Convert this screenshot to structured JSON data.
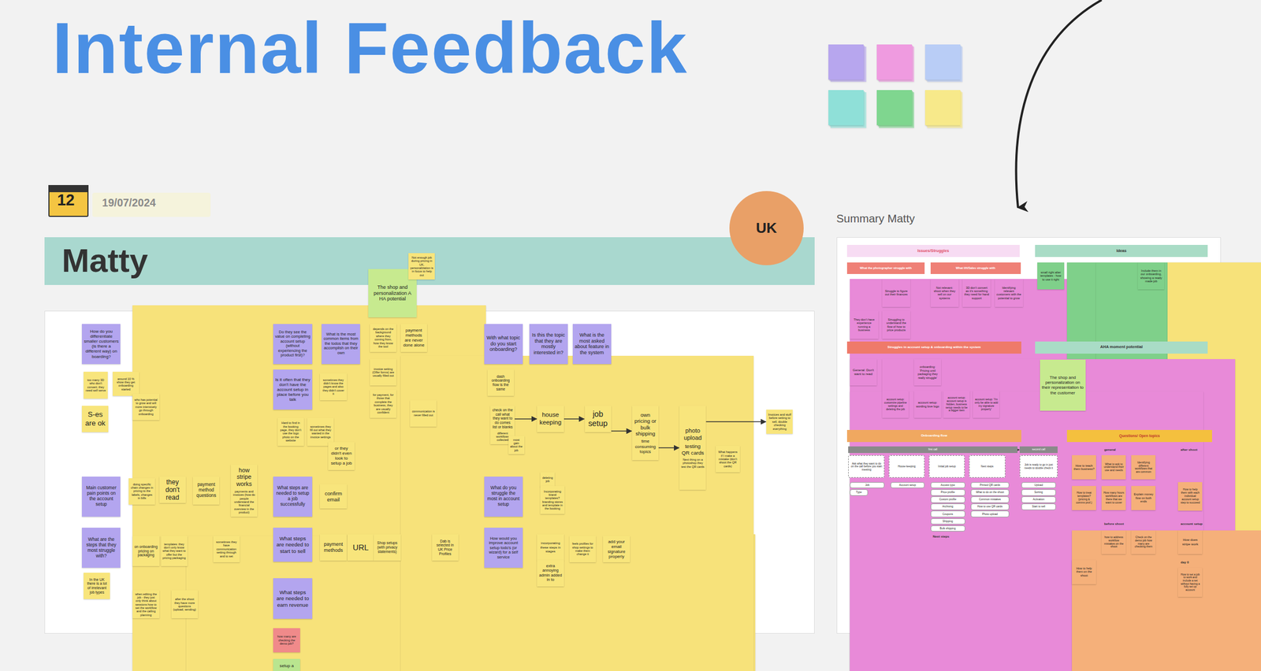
{
  "diagram": {
    "title": "Internal Feedback",
    "nodes": [
      {
        "text": [
          "Matty"
        ]
      },
      {
        "text": [
          "UK"
        ]
      },
      {
        "text": [
          "check on the call what they want to do comes list or blanks",
          "different workflows collected"
        ]
      },
      {
        "text": [
          "house keeping"
        ]
      },
      {
        "text": [
          "job setup"
        ]
      },
      {
        "text": [
          "own pricing or bulk shipping",
          "time consuming topics"
        ]
      },
      {
        "text": [
          "photo upload",
          "testing QR cards",
          "Next thing on a photoshop they test the QR cards"
        ]
      },
      {
        "text": [
          "Invoices and stuff before setting to sell, double checking everything"
        ]
      },
      {
        "text": [
          "How do you differentiate smaller customers (is there a different way) on boarding?"
        ]
      },
      {
        "text": [
          "too many 3D who don't convert; they need self serve"
        ]
      },
      {
        "text": [
          "around 10 % show they get onboarding started"
        ]
      },
      {
        "text": [
          "who has potential to grow and will more intensively go through onboarding"
        ]
      },
      {
        "text": [
          "S-es are ok"
        ]
      },
      {
        "text": [
          "Main customer pain points on the account setup"
        ]
      },
      {
        "text": [
          "doing specific chain changes in pricing to the labels, changes in bills"
        ]
      },
      {
        "text": [
          "they don't read"
        ]
      },
      {
        "text": [
          "payment method questions"
        ]
      },
      {
        "text": [
          "how stripe works",
          "payments and invoices (how do people understand the financial overview in the product)"
        ]
      },
      {
        "text": [
          "What are the steps that they most struggle with?"
        ]
      },
      {
        "text": [
          "on onboarding pricing on packaging"
        ]
      },
      {
        "text": [
          "templates: they don't only know what they want to offer but the pricing packaging"
        ]
      },
      {
        "text": [
          "sometimes they have communication setting through and to set"
        ]
      },
      {
        "text": [
          "In the UK there is a lot of irrelevant job types"
        ]
      },
      {
        "text": [
          "when editing the job - they just only think about sessions how to set the workflow and the calling planning"
        ]
      },
      {
        "text": [
          "after the shoot they have more questions (upload, sending)"
        ]
      },
      {
        "text": [
          "Do they see the value on completing account setup (without experiencing the product first)?"
        ]
      },
      {
        "text": [
          "What is the most common items from the todos that they accomplish on their own"
        ]
      },
      {
        "text": [
          "Is it often that they don't have the account setup in place before you talk"
        ]
      },
      {
        "text": [
          "sometimes they didn't know the pages and also they didn't cover it"
        ]
      },
      {
        "text": [
          "Hard to find in the booking page, they don't use the logo photo on the website"
        ]
      },
      {
        "text": [
          "sometimes they fill out what they wanted in the invoice settings"
        ]
      },
      {
        "text": [
          "or they didn't even look to setup a job"
        ]
      },
      {
        "text": [
          "What steps are needed to setup a job successfully"
        ]
      },
      {
        "text": [
          "confirm email"
        ]
      },
      {
        "text": [
          "What steps are needed to start to sell"
        ]
      },
      {
        "text": [
          "payment methods"
        ]
      },
      {
        "text": [
          "URL"
        ]
      },
      {
        "text": [
          "Shop setups (with privacy statements)"
        ]
      },
      {
        "text": [
          "Dab is selected in UK Price Profiles"
        ]
      },
      {
        "text": [
          "What steps are needed to earn revenue"
        ]
      },
      {
        "text": [
          "how many are checking the demo job?"
        ]
      },
      {
        "text": [
          "setup a"
        ]
      },
      {
        "text": [
          "The shop and personalization A HA potential"
        ]
      },
      {
        "text": [
          "Not enough job during pricing in UK, personalization is in focus to help out"
        ]
      },
      {
        "text": [
          "depends on the background where they coming from, how they know the tool"
        ]
      },
      {
        "text": [
          "payment methods are never done alone"
        ]
      },
      {
        "text": [
          "invoice setting (Offer forms) are usually filled out"
        ]
      },
      {
        "text": [
          "for payment, for those that complete the business, they are usually confident"
        ]
      },
      {
        "text": [
          "communication is never filled out"
        ]
      },
      {
        "text": [
          "With what topic do you start onboarding?"
        ]
      },
      {
        "text": [
          "Is this the topic that they are mostly interested in?"
        ]
      },
      {
        "text": [
          "What is the most asked about feature in the system"
        ]
      },
      {
        "text": [
          "dash onboarding flow is the same"
        ]
      },
      {
        "text": [
          "most gain about the job"
        ]
      },
      {
        "text": [
          "What happens if I make a mistake (don't shoot the QR cards)"
        ]
      },
      {
        "text": [
          "What do you struggle the most in account setup"
        ]
      },
      {
        "text": [
          "deleting job"
        ]
      },
      {
        "text": [
          "Incorporating brand templates? branding stores and template in the booking"
        ]
      },
      {
        "text": [
          "How would you improve account setup todo's (or wizard) for a self service"
        ]
      },
      {
        "text": [
          "incorporating these steps in stages"
        ]
      },
      {
        "text": [
          "extra annoying admin added in to"
        ]
      },
      {
        "text": [
          "feels profiles for shop settings to make them change it"
        ]
      },
      {
        "text": [
          "add your email signature properly"
        ]
      },
      {
        "text": [
          "Summary Matty"
        ]
      },
      {
        "text": [
          "first call"
        ],
        "in": 63
      },
      {
        "text": [
          "second call"
        ],
        "in": 63
      },
      {
        "text": [
          "Issues/Struggles"
        ],
        "in": 63
      },
      {
        "text": [
          "What the photographer struggle with"
        ],
        "in": 63
      },
      {
        "text": [
          "What lift/Sales struggle with"
        ],
        "in": 63
      },
      {
        "text": [
          "Struggle to figure out their finances"
        ],
        "in": 63
      },
      {
        "text": [
          "They don't have experience running a business"
        ],
        "in": 63
      },
      {
        "text": [
          "Struggling to understand the flow of how to price products"
        ],
        "in": 63
      },
      {
        "text": [
          "Not relevant: shoot when they sell on our systems"
        ],
        "in": 63
      },
      {
        "text": [
          "3D don't convert as it's something they need for hand support"
        ],
        "in": 63
      },
      {
        "text": [
          "Identifying relevant customers with the potential to grow"
        ],
        "in": 63
      },
      {
        "text": [
          "Ideas"
        ],
        "in": 63
      },
      {
        "text": [
          "small right alter templates - how to use it right"
        ],
        "in": 63
      },
      {
        "text": [
          "Include them in our onboarding, showing a ready made job"
        ],
        "in": 63
      },
      {
        "text": [
          "Struggles in account setup & onboarding within the system"
        ],
        "in": 63
      },
      {
        "text": [
          "General: Don't want to read"
        ],
        "in": 63
      },
      {
        "text": [
          "onboarding: 'Pricing until packaging they really struggle'"
        ],
        "in": 63
      },
      {
        "text": [
          "account setup: customize pipeline settings and deleting the job"
        ],
        "in": 63
      },
      {
        "text": [
          "account setup: wording love logo"
        ],
        "in": 63
      },
      {
        "text": [
          "account setup: account setup is hidden, business setup needs to be a bigger item"
        ],
        "in": 63
      },
      {
        "text": [
          "account setup: 'I'm only be able to add my signature properly'"
        ],
        "in": 63
      },
      {
        "text": [
          "AHA moment potential"
        ],
        "in": 63
      },
      {
        "text": [
          "The shop and personalization on their representation to the customer"
        ],
        "in": 63
      },
      {
        "text": [
          "Onboarding flow"
        ],
        "in": 63
      },
      {
        "text": [
          "Ask what they want to do on the call before you start meeting"
        ],
        "in": 63
      },
      {
        "text": [
          "House keeping"
        ],
        "in": 63
      },
      {
        "text": [
          "Initial job setup"
        ],
        "in": 63
      },
      {
        "text": [
          "Next steps"
        ],
        "in": 63
      },
      {
        "text": [
          "Job is ready to go in just needs to double check it"
        ],
        "in": 63
      },
      {
        "text": [
          "Job"
        ],
        "in": 63
      },
      {
        "text": [
          "Type"
        ],
        "in": 63
      },
      {
        "text": [
          "Account setup"
        ],
        "in": 63
      },
      {
        "text": [
          "Access type"
        ],
        "in": 63
      },
      {
        "text": [
          "Price profile"
        ],
        "in": 63
      },
      {
        "text": [
          "Custom profile"
        ],
        "in": 63
      },
      {
        "text": [
          "Archiving"
        ],
        "in": 63
      },
      {
        "text": [
          "Coupons"
        ],
        "in": 63
      },
      {
        "text": [
          "Shipping"
        ],
        "in": 63
      },
      {
        "text": [
          "Bulk shipping"
        ],
        "in": 63
      },
      {
        "text": [
          "Printed QR cards"
        ],
        "in": 63
      },
      {
        "text": [
          "What to do on the shoot"
        ],
        "in": 63
      },
      {
        "text": [
          "Common mistakes"
        ],
        "in": 63
      },
      {
        "text": [
          "How to use QR cards"
        ],
        "in": 63
      },
      {
        "text": [
          "Photo upload"
        ],
        "in": 63
      },
      {
        "text": [
          "Upload"
        ],
        "in": 63
      },
      {
        "text": [
          "Sorting"
        ],
        "in": 63
      },
      {
        "text": [
          "Activation"
        ],
        "in": 63
      },
      {
        "text": [
          "Start to sell"
        ],
        "in": 63
      },
      {
        "text": [
          "Questions/ Open topics"
        ],
        "in": 63
      },
      {
        "text": [
          "How to teach them business?"
        ],
        "in": 63
      },
      {
        "text": [
          "What to ask to understand their use and needs"
        ],
        "in": 63
      },
      {
        "text": [
          "Identifying different workflows that are common"
        ],
        "in": 63
      },
      {
        "text": [
          "How to treat templates? (pricing & comms prof.)"
        ],
        "in": 63
      },
      {
        "text": [
          "How many hours workflows are there that we want to cover"
        ],
        "in": 63
      },
      {
        "text": [
          "Explain money flow on both ends"
        ],
        "in": 63
      },
      {
        "text": [
          "How to help them on the shoot"
        ],
        "in": 63
      },
      {
        "text": [
          "how to address workflow mistakes on the shoot"
        ],
        "in": 63
      },
      {
        "text": [
          "Check on the demo job how many are checking them"
        ],
        "in": 63
      },
      {
        "text": [
          "How to help them with each individual account setup step to succeed"
        ],
        "in": 63
      },
      {
        "text": [
          "How does stripe work"
        ],
        "in": 63
      },
      {
        "text": [
          "How to set a job to work and include a set without having a fully set up account"
        ],
        "in": 63
      }
    ],
    "edges": [
      {
        "from": 2,
        "to": 3,
        "arrow": "to"
      },
      {
        "from": 3,
        "to": 4,
        "arrow": "to"
      },
      {
        "from": 4,
        "to": 5,
        "arrow": "to"
      },
      {
        "from": 5,
        "to": 6,
        "arrow": "to"
      },
      {
        "from": 6,
        "to": 7,
        "arrow": "to"
      },
      {
        "from": 64,
        "to": 65,
        "arrow": "to"
      }
    ],
    "labels": [
      "12",
      "19/07/2024",
      "general",
      "after shoot",
      "before shoot",
      "account setup",
      "day 0",
      "Next steps"
    ]
  }
}
